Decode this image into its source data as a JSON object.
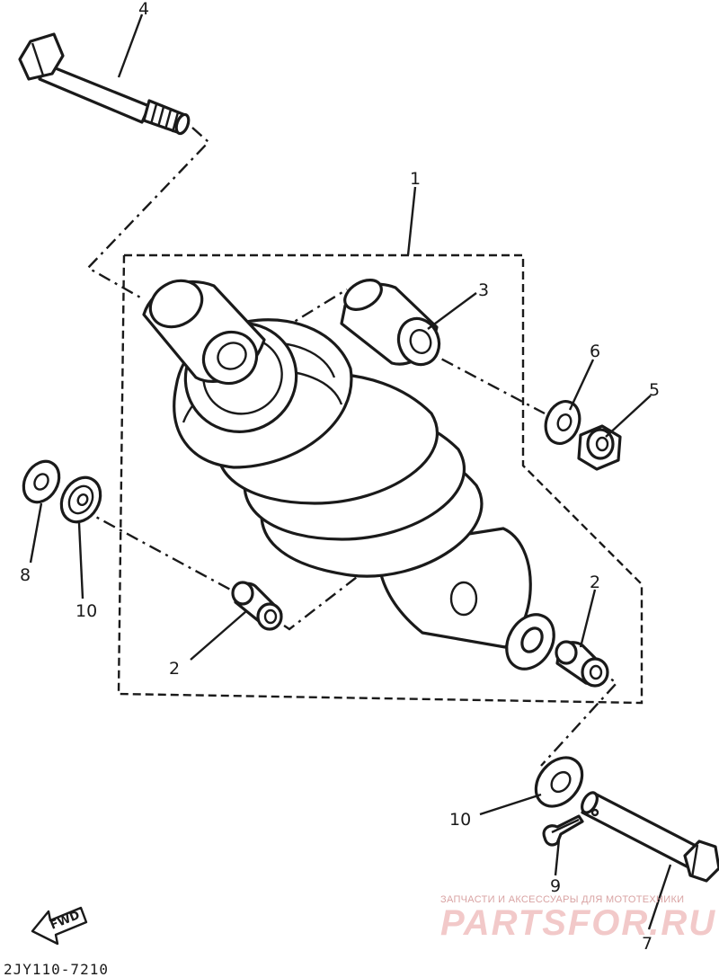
{
  "callouts": {
    "c1": "1",
    "c2a": "2",
    "c2b": "2",
    "c3": "3",
    "c4": "4",
    "c5": "5",
    "c6": "6",
    "c7": "7",
    "c8": "8",
    "c9": "9",
    "c10a": "10",
    "c10b": "10"
  },
  "fwd_label": "FWD",
  "diagram_code": "2JY110-7210",
  "watermark": {
    "line1": "ЗАПЧАСТИ И АКСЕССУАРЫ ДЛЯ МОТОТЕХНИКИ",
    "line2": "PARTSFOR.RU"
  }
}
